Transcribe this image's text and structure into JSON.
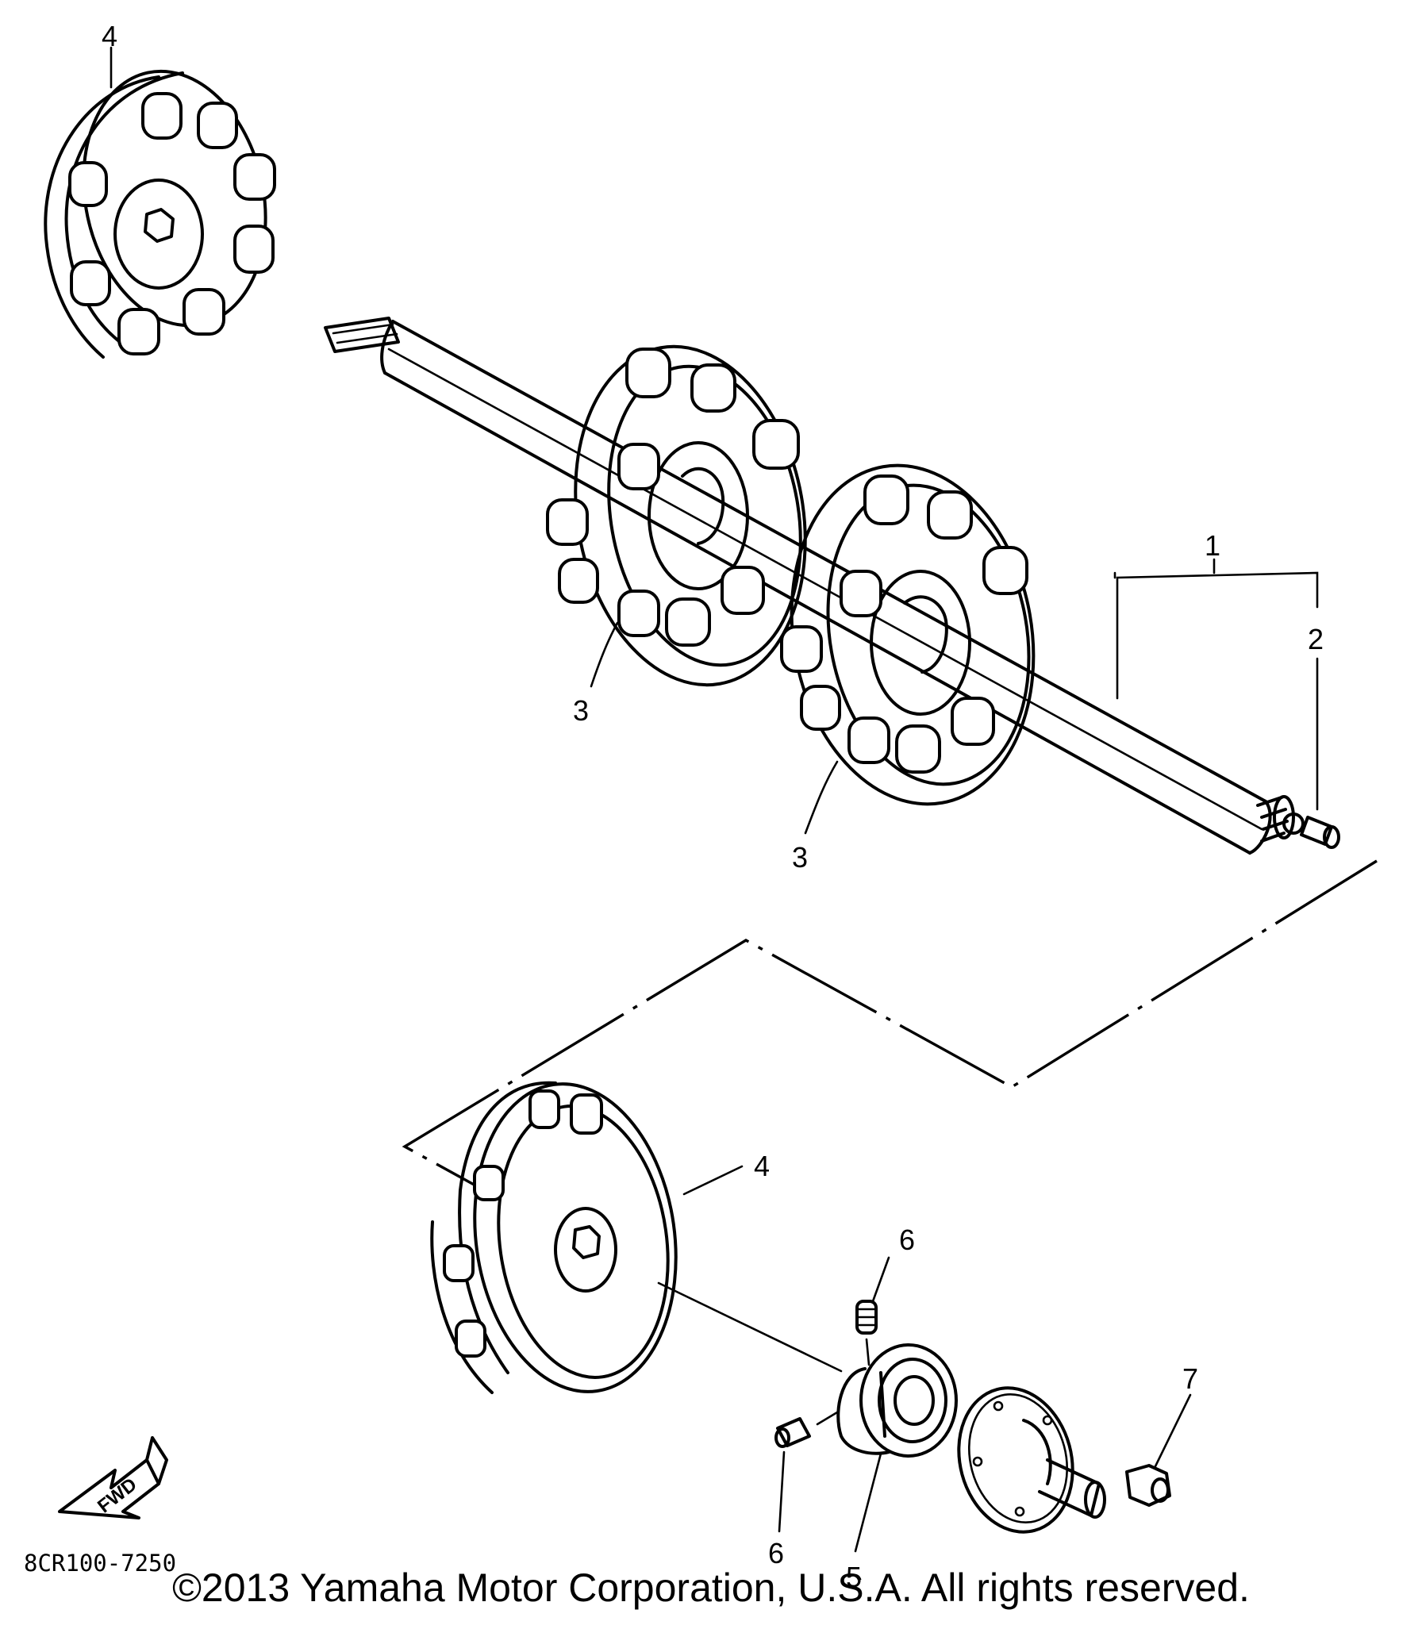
{
  "diagram": {
    "callouts": [
      "1",
      "2",
      "3",
      "3",
      "4",
      "4",
      "5",
      "6",
      "6",
      "7"
    ],
    "diagram_code": "8CR100-7250",
    "fwd_label": "FWD",
    "copyright": "©2013 Yamaha Motor Corporation, U.S.A. All rights reserved."
  }
}
